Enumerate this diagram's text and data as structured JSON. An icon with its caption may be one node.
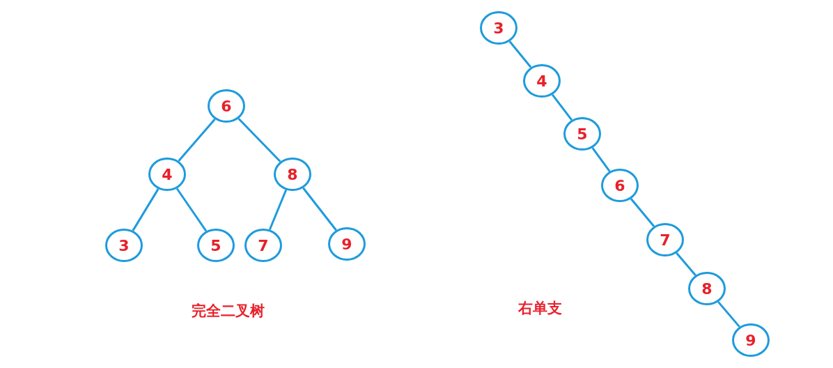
{
  "diagram": {
    "nodes": [
      {
        "text": [
          "6"
        ]
      },
      {
        "text": [
          "4"
        ]
      },
      {
        "text": [
          "8"
        ]
      },
      {
        "text": [
          "3"
        ]
      },
      {
        "text": [
          "5"
        ]
      },
      {
        "text": [
          "7"
        ]
      },
      {
        "text": [
          "9"
        ]
      },
      {
        "text": [
          "3"
        ]
      },
      {
        "text": [
          "4"
        ]
      },
      {
        "text": [
          "5"
        ]
      },
      {
        "text": [
          "6"
        ]
      },
      {
        "text": [
          "7"
        ]
      },
      {
        "text": [
          "8"
        ]
      },
      {
        "text": [
          "9"
        ]
      }
    ],
    "edges": [
      {
        "from": 0,
        "to": 1,
        "arrow": "none"
      },
      {
        "from": 0,
        "to": 2,
        "arrow": "none"
      },
      {
        "from": 1,
        "to": 3,
        "arrow": "none"
      },
      {
        "from": 1,
        "to": 4,
        "arrow": "none"
      },
      {
        "from": 2,
        "to": 5,
        "arrow": "none"
      },
      {
        "from": 2,
        "to": 6,
        "arrow": "none"
      },
      {
        "from": 7,
        "to": 8,
        "arrow": "none"
      },
      {
        "from": 8,
        "to": 9,
        "arrow": "none"
      },
      {
        "from": 9,
        "to": 10,
        "arrow": "none"
      },
      {
        "from": 10,
        "to": 11,
        "arrow": "none"
      },
      {
        "from": 11,
        "to": 12,
        "arrow": "none"
      },
      {
        "from": 12,
        "to": 13,
        "arrow": "none"
      }
    ],
    "labels": [
      "完全二叉树",
      "右单支"
    ]
  }
}
